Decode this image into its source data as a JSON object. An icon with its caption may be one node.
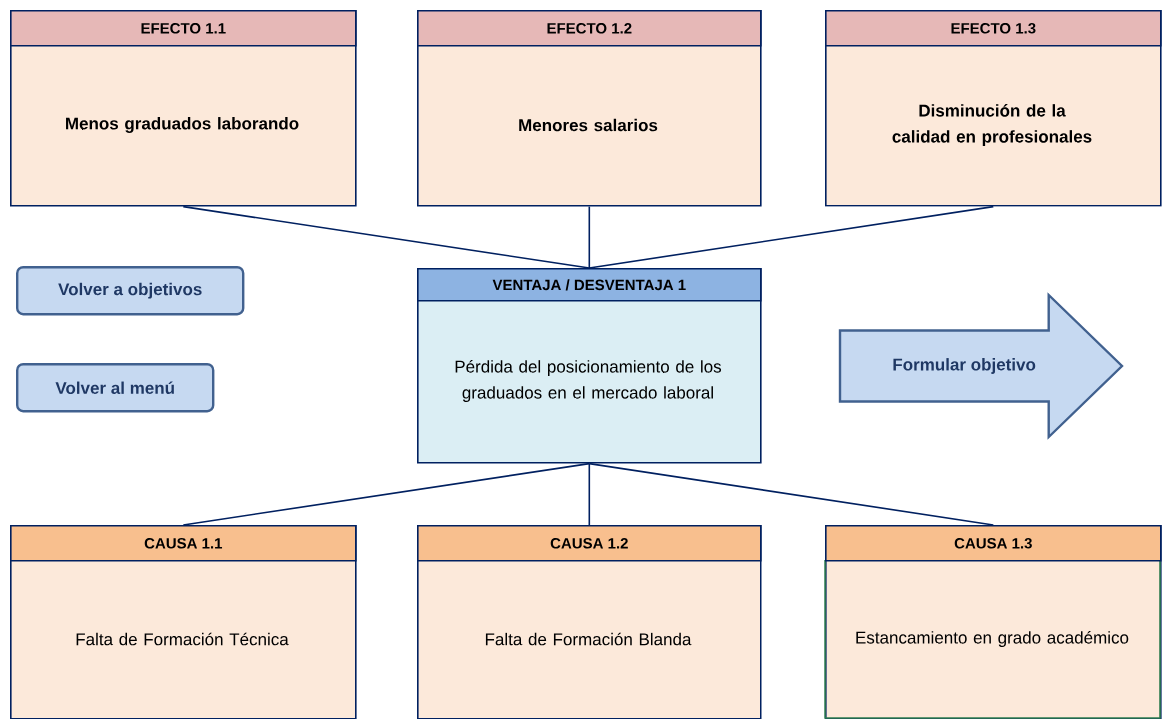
{
  "diagram": {
    "nodes": [
      {
        "text": [
          "EFECTO 1.1",
          "Menos graduados laborando"
        ]
      },
      {
        "text": [
          "EFECTO 1.2",
          "Menores salarios"
        ]
      },
      {
        "text": [
          "EFECTO 1.3",
          "Disminución de la calidad en profesionales"
        ]
      },
      {
        "text": [
          "Volver a objetivos"
        ]
      },
      {
        "text": [
          "VENTAJA / DESVENTAJA 1",
          "Pérdida del posicionamiento de los graduados en el mercado laboral"
        ]
      },
      {
        "text": [
          "Formular objetivo"
        ]
      },
      {
        "text": [
          "Volver al menú"
        ]
      },
      {
        "text": [
          "CAUSA 1.1",
          "Falta de Formación Técnica"
        ]
      },
      {
        "text": [
          "CAUSA 1.2",
          "Falta de Formación Blanda"
        ]
      },
      {
        "text": [
          "CAUSA 1.3",
          "Estancamiento en grado académico"
        ]
      }
    ],
    "edges": [
      {
        "from": 0,
        "to": 4,
        "arrow": "none"
      },
      {
        "from": 1,
        "to": 4,
        "arrow": "none"
      },
      {
        "from": 2,
        "to": 4,
        "arrow": "none"
      },
      {
        "from": 4,
        "to": 7,
        "arrow": "none"
      },
      {
        "from": 4,
        "to": 8,
        "arrow": "none"
      },
      {
        "from": 4,
        "to": 9,
        "arrow": "none"
      }
    ]
  }
}
